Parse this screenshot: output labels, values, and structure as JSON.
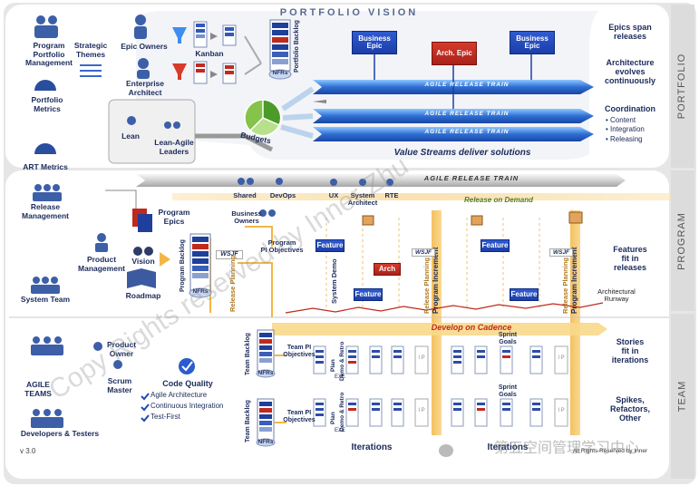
{
  "portfolio": {
    "title": "PORTFOLIO VISION",
    "lane_label": "PORTFOLIO",
    "roles": {
      "program_portfolio_management": "Program\nPortfolio\nManagement",
      "portfolio_metrics": "Portfolio\nMetrics",
      "strategic_themes": "Strategic\nThemes",
      "epic_owners": "Epic Owners",
      "enterprise_architect": "Enterprise\nArchitect",
      "kanban": "Kanban",
      "lean": "Lean",
      "lean_agile_leaders": "Lean-Agile\nLeaders",
      "budgets": "Budgets",
      "portfolio_backlog": "Portfolio Backlog",
      "nfrs": "NFRs"
    },
    "epics": [
      "Business\nEpic",
      "Arch.\nEpic",
      "Business\nEpic"
    ],
    "train_label": "AGILE RELEASE TRAIN",
    "value_streams": "Value Streams deliver solutions",
    "notes": {
      "epics_span": "Epics span\nreleases",
      "architecture": "Architecture\nevolves\ncontinuously",
      "coordination": "Coordination",
      "coordination_items": [
        "Content",
        "Integration",
        "Releasing"
      ]
    }
  },
  "program": {
    "lane_label": "PROGRAM",
    "art_metrics": "ART Metrics",
    "release_management": "Release\nManagement",
    "system_team": "System Team",
    "product_management": "Product\nManagement",
    "vision": "Vision",
    "roadmap": "Roadmap",
    "program_epics": "Program\nEpics",
    "program_backlog": "Program Backlog",
    "nfrs": "NFRs",
    "wsjf": "WSJF",
    "release_planning": "Release Planning",
    "business_owners": "Business\nOwners",
    "program_pi_objectives": "Program\nPI Objectives",
    "train_label": "AGILE RELEASE TRAIN",
    "release_on_demand": "Release on Demand",
    "train_roles": [
      "Shared",
      "DevOps",
      "UX",
      "System\nArchitect",
      "RTE"
    ],
    "feature": "Feature",
    "arch": "Arch",
    "system_demo": "System Demo",
    "program_increment": "Program Increment",
    "features_note": "Features\nfit in\nreleases",
    "architectural_runway": "Architectural\nRunway"
  },
  "team": {
    "lane_label": "TEAM",
    "develop_on_cadence": "Develop on Cadence",
    "product_owner": "Product\nOwner",
    "scrum_master": "Scrum\nMaster",
    "agile_teams": "AGILE\nTEAMS",
    "developers_testers": "Developers & Testers",
    "code_quality": "Code Quality",
    "code_quality_items": [
      "Agile Architecture",
      "Continuous Integration",
      "Test-First"
    ],
    "team_backlog": "Team Backlog",
    "nfrs": "NFRs",
    "team_pi_objectives": "Team PI\nObjectives",
    "plan": "Plan",
    "demo_retro": "Demo & Retro",
    "exe": "EXE",
    "ip": "I P",
    "sprint_goals": "Sprint\nGoals",
    "stories_note": "Stories\nfit in\niterations",
    "spikes_note": "Spikes,\nRefactors,\nOther",
    "iterations": "Iterations"
  },
  "footer": {
    "version": "v 3.0",
    "rights_small": "All Rights Reserved by Inner",
    "brand_cn": "第五空间管理学习中心"
  },
  "watermark": {
    "line1": "Copy Rights reserved by Inner Zhu"
  },
  "colors": {
    "navy": "#1b2b5b",
    "blue": "#1f48b8",
    "red": "#c0281d",
    "orange": "#f0a830",
    "arrow_blue": "#3a7ad8"
  }
}
